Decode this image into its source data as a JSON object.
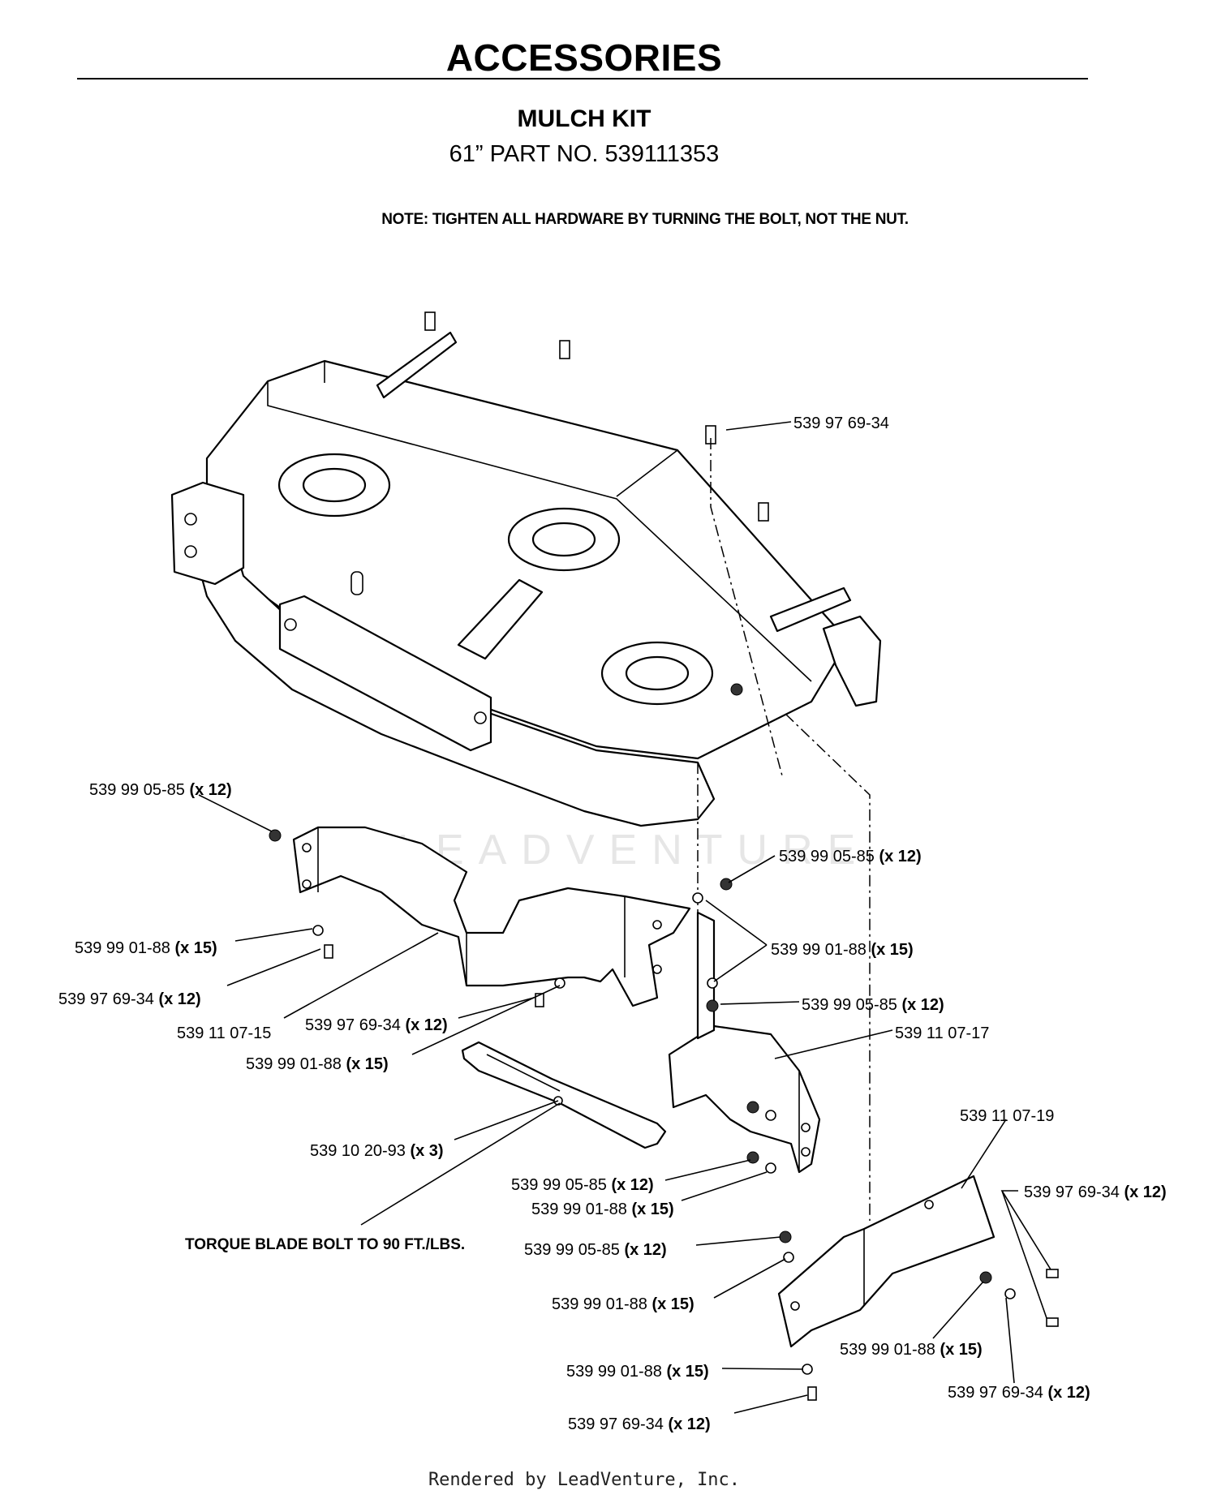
{
  "header": {
    "title": "ACCESSORIES",
    "subtitle": "MULCH KIT",
    "part_number": "61” PART NO. 539111353",
    "note": "NOTE: TIGHTEN ALL HARDWARE BY TURNING THE BOLT, NOT THE NUT."
  },
  "watermark": "LEADVENTURE",
  "footer": "Rendered by LeadVenture, Inc.",
  "callouts": {
    "c1": {
      "part": "539 97 69-34",
      "qty": ""
    },
    "c2": {
      "part": "539 99 05-85",
      "qty": "(x 12)"
    },
    "c3": {
      "part": "539 99 01-88",
      "qty": "(x 15)"
    },
    "c4": {
      "part": "539 97 69-34",
      "qty": "(x 12)"
    },
    "c5": {
      "part": "539 11 07-15",
      "qty": ""
    },
    "c6": {
      "part": "539 97 69-34",
      "qty": "(x 12)"
    },
    "c7": {
      "part": "539 99 01-88",
      "qty": "(x 15)"
    },
    "c8": {
      "part": "539 99 05-85",
      "qty": "(x 12)"
    },
    "c9": {
      "part": "539 99 01-88",
      "qty": "(x 15)"
    },
    "c10": {
      "part": "539 99 05-85",
      "qty": "(x 12)"
    },
    "c11": {
      "part": "539 11 07-17",
      "qty": ""
    },
    "c12": {
      "part": "539 10 20-93",
      "qty": "(x 3)"
    },
    "c13": {
      "part": "539 11 07-19",
      "qty": ""
    },
    "c14": {
      "part": "539 99 05-85",
      "qty": "(x 12)"
    },
    "c15": {
      "part": "539 99 01-88",
      "qty": "(x 15)"
    },
    "c16": {
      "part": "539 97 69-34",
      "qty": "(x 12)"
    },
    "c17": {
      "part": "539 99 05-85",
      "qty": "(x 12)"
    },
    "c18": {
      "part": "539 99 01-88",
      "qty": "(x 15)"
    },
    "c19": {
      "part": "539 99 01-88",
      "qty": "(x 15)"
    },
    "c20": {
      "part": "539 99 01-88",
      "qty": "(x 15)"
    },
    "c21": {
      "part": "539 97 69-34",
      "qty": "(x 12)"
    },
    "c22": {
      "part": "539 97 69-34",
      "qty": "(x 12)"
    }
  },
  "torque_note": "TORQUE BLADE BOLT TO 90 FT./LBS."
}
